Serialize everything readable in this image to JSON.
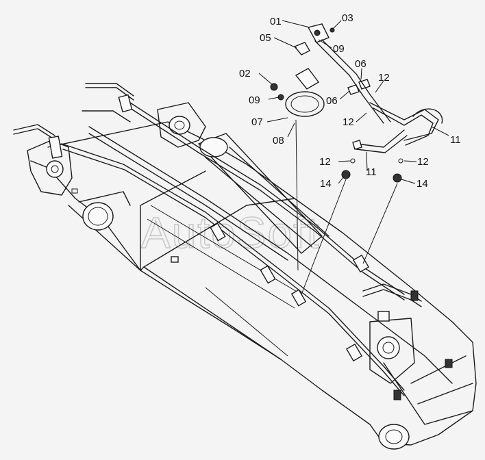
{
  "diagram": {
    "watermark": "AutoSoft",
    "callouts": [
      {
        "id": "c-01",
        "text": "01"
      },
      {
        "id": "c-03",
        "text": "03"
      },
      {
        "id": "c-05",
        "text": "05"
      },
      {
        "id": "c-09a",
        "text": "09"
      },
      {
        "id": "c-02",
        "text": "02"
      },
      {
        "id": "c-06a",
        "text": "06"
      },
      {
        "id": "c-12a",
        "text": "12"
      },
      {
        "id": "c-09b",
        "text": "09"
      },
      {
        "id": "c-06b",
        "text": "06"
      },
      {
        "id": "c-07",
        "text": "07"
      },
      {
        "id": "c-12b",
        "text": "12"
      },
      {
        "id": "c-11a",
        "text": "11"
      },
      {
        "id": "c-08",
        "text": "08"
      },
      {
        "id": "c-12c",
        "text": "12"
      },
      {
        "id": "c-11b",
        "text": "11"
      },
      {
        "id": "c-12d",
        "text": "12"
      },
      {
        "id": "c-14a",
        "text": "14"
      },
      {
        "id": "c-14b",
        "text": "14"
      }
    ]
  }
}
